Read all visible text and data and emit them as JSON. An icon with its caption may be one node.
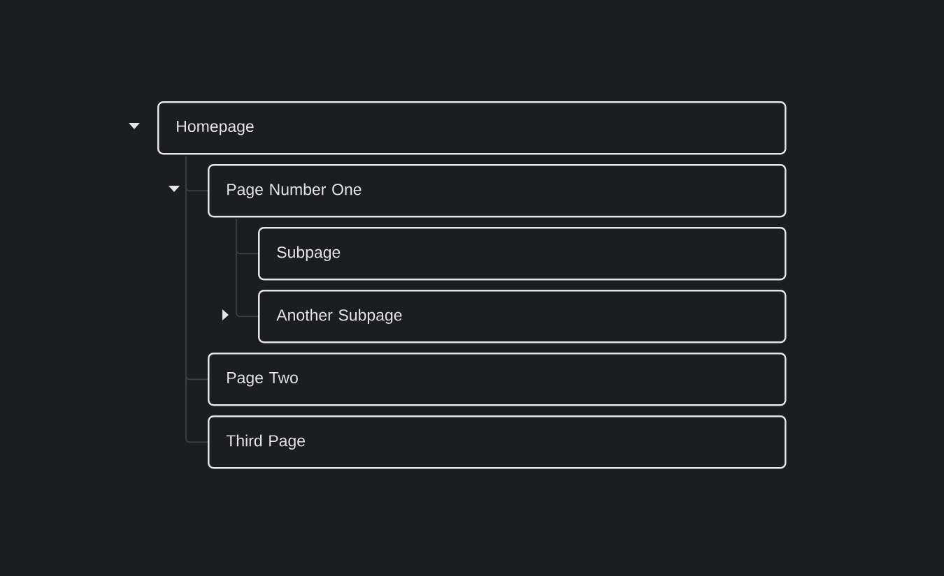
{
  "diagram": {
    "nodes": [
      {
        "text": [
          "Homepage"
        ]
      },
      {
        "text": [
          "Page Number One"
        ]
      },
      {
        "text": [
          "Subpage"
        ]
      },
      {
        "text": [
          "Another Subpage"
        ]
      },
      {
        "text": [
          "Page Two"
        ]
      },
      {
        "text": [
          "Third Page"
        ]
      }
    ],
    "edges": [
      {
        "from": 0,
        "to": 1,
        "arrow": "none"
      },
      {
        "from": 1,
        "to": 2,
        "arrow": "none"
      },
      {
        "from": 1,
        "to": 3,
        "arrow": "none"
      },
      {
        "from": 0,
        "to": 4,
        "arrow": "none"
      },
      {
        "from": 0,
        "to": 5,
        "arrow": "none"
      }
    ]
  }
}
